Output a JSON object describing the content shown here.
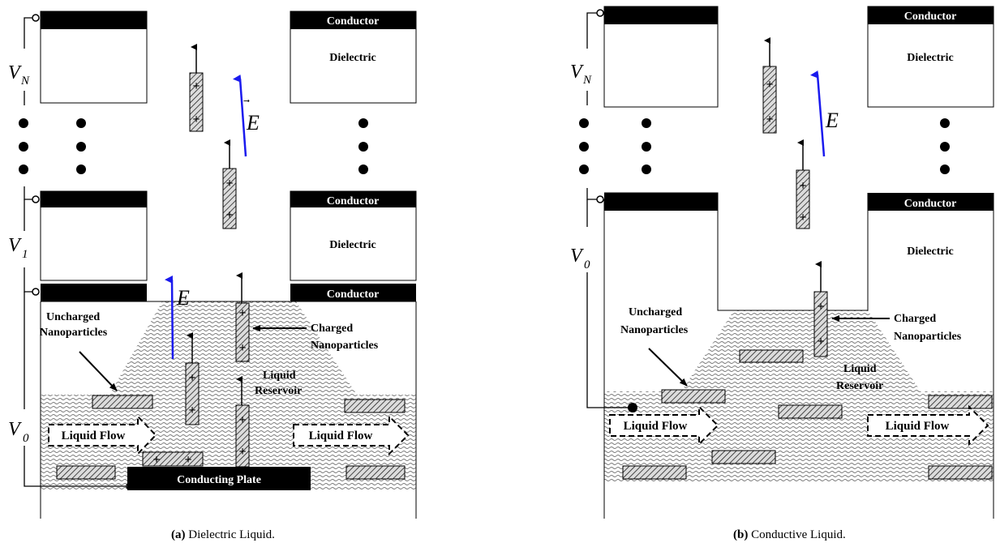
{
  "panel_a": {
    "caption_prefix": "(a)",
    "caption_text": "Dielectric Liquid.",
    "conductor_label": "Conductor",
    "dielectric_label": "Dielectric",
    "voltage_labels": [
      {
        "main": "V",
        "sub": "N"
      },
      {
        "main": "V",
        "sub": "1"
      },
      {
        "main": "V",
        "sub": "0"
      }
    ],
    "field_label": "E",
    "uncharged_label": [
      "Uncharged",
      "Nanoparticles"
    ],
    "charged_label": [
      "Charged",
      "Nanoparticles"
    ],
    "reservoir_label": [
      "Liquid",
      "Reservoir"
    ],
    "flow_label": "Liquid Flow",
    "plate_label": "Conducting Plate"
  },
  "panel_b": {
    "caption_prefix": "(b)",
    "caption_text": "Conductive Liquid.",
    "conductor_label": "Conductor",
    "dielectric_label": "Dielectric",
    "voltage_labels": [
      {
        "main": "V",
        "sub": "N"
      },
      {
        "main": "V",
        "sub": "0"
      }
    ],
    "field_label": "E",
    "uncharged_label": [
      "Uncharged",
      "Nanoparticles"
    ],
    "charged_label": [
      "Charged",
      "Nanoparticles"
    ],
    "reservoir_label": [
      "Liquid",
      "Reservoir"
    ],
    "flow_label": "Liquid Flow"
  },
  "colors": {
    "conductor": "#000000",
    "field_arrow": "#1a1aee",
    "liquid_line": "#7a7a7a"
  }
}
